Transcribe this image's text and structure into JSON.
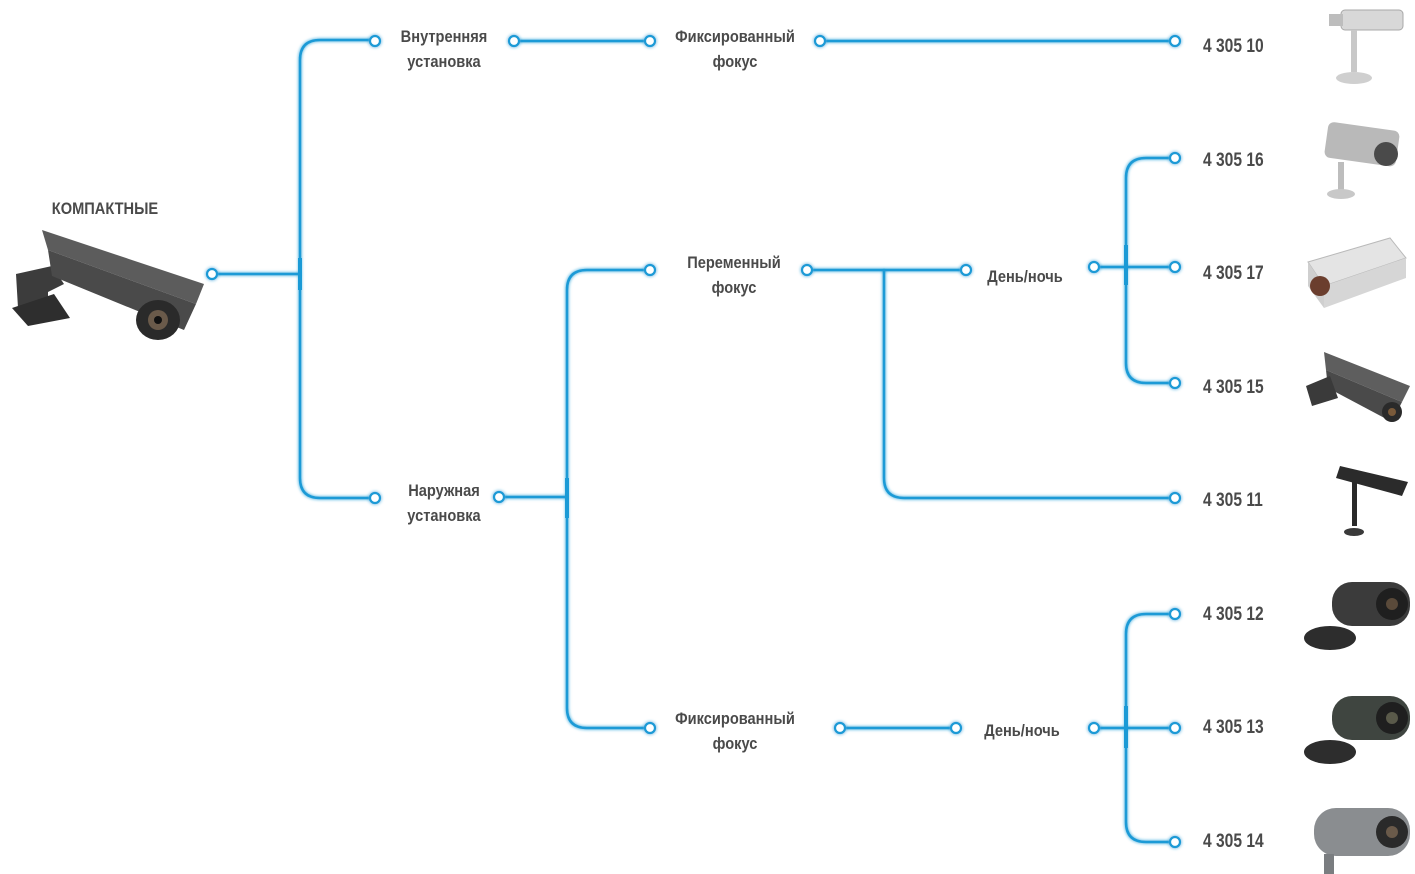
{
  "root": {
    "title": "КОМПАКТНЫЕ"
  },
  "installation": {
    "indoor": {
      "line1": "Внутренняя",
      "line2": "установка"
    },
    "outdoor": {
      "line1": "Наружная",
      "line2": "установка"
    }
  },
  "focus": {
    "fixed_indoor": {
      "line1": "Фиксированный",
      "line2": "фокус"
    },
    "variable": {
      "line1": "Переменный",
      "line2": "фокус"
    },
    "fixed_outdoor": {
      "line1": "Фиксированный",
      "line2": "фокус"
    }
  },
  "mode": {
    "day_night_variable": "День/ночь",
    "day_night_fixed": "День/ночь"
  },
  "products": [
    "4 305 10",
    "4 305 16",
    "4 305 17",
    "4 305 15",
    "4 305 11",
    "4 305 12",
    "4 305 13",
    "4 305 14"
  ],
  "colors": {
    "connector": "#1a9ad6",
    "text": "#4a4a4a"
  }
}
